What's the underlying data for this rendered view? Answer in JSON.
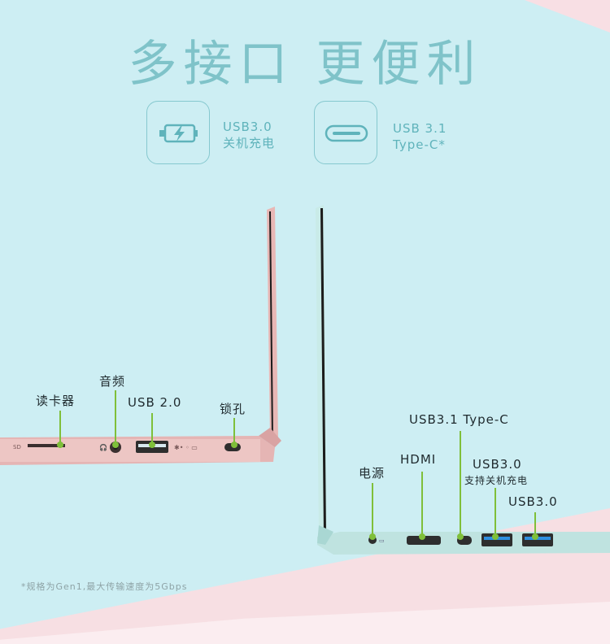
{
  "headline": "多接口 更便利",
  "features": [
    {
      "line1": "USB3.0",
      "line2": "关机充电",
      "icon": "charging-battery-icon"
    },
    {
      "line1": "USB 3.1",
      "line2": "Type-C*",
      "icon": "usb-type-c-icon"
    }
  ],
  "left_ports": {
    "card_reader": "读卡器",
    "audio": "音频",
    "usb20": "USB 2.0",
    "lock": "锁孔"
  },
  "right_ports": {
    "power": "电源",
    "hdmi": "HDMI",
    "typec": "USB3.1 Type-C",
    "usb30_charge": "USB3.0",
    "usb30_charge_note": "支持关机充电",
    "usb30": "USB3.0"
  },
  "footnote": "*规格为Gen1,最大传输速度为5Gbps",
  "colors": {
    "background": "#cdeef3",
    "pink": "#f7dfe3",
    "accent_teal": "#7fc3c9",
    "callout_green": "#7fbf3a",
    "laptop_pink": "#e9b8b8",
    "laptop_mint": "#bfe5e2"
  }
}
